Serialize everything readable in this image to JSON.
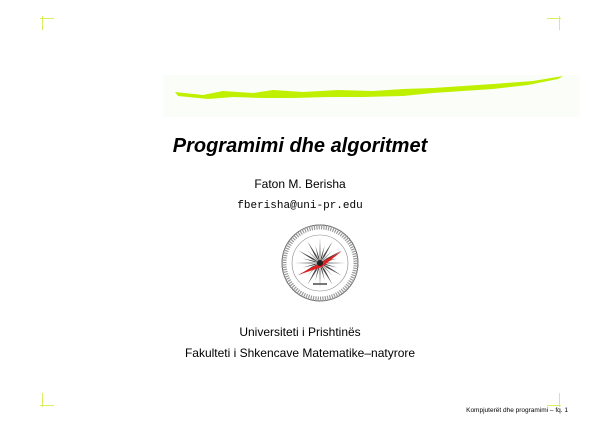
{
  "slide": {
    "title": "Programimi dhe algoritmet",
    "author": "Faton M. Berisha",
    "email": "fberisha@uni-pr.edu",
    "university": "Universiteti i Prishtinës",
    "faculty": "Fakulteti i Shkencave Matematike–natyrore",
    "footer": "Kompjuterët dhe programimi – fq. 1"
  },
  "seal": {
    "lettering": "UNIVERSITETI I PRISHTINËS"
  },
  "colors": {
    "accent": "#bff000",
    "corner_marks": "#d8f060",
    "seal_needle": "#e02020"
  }
}
